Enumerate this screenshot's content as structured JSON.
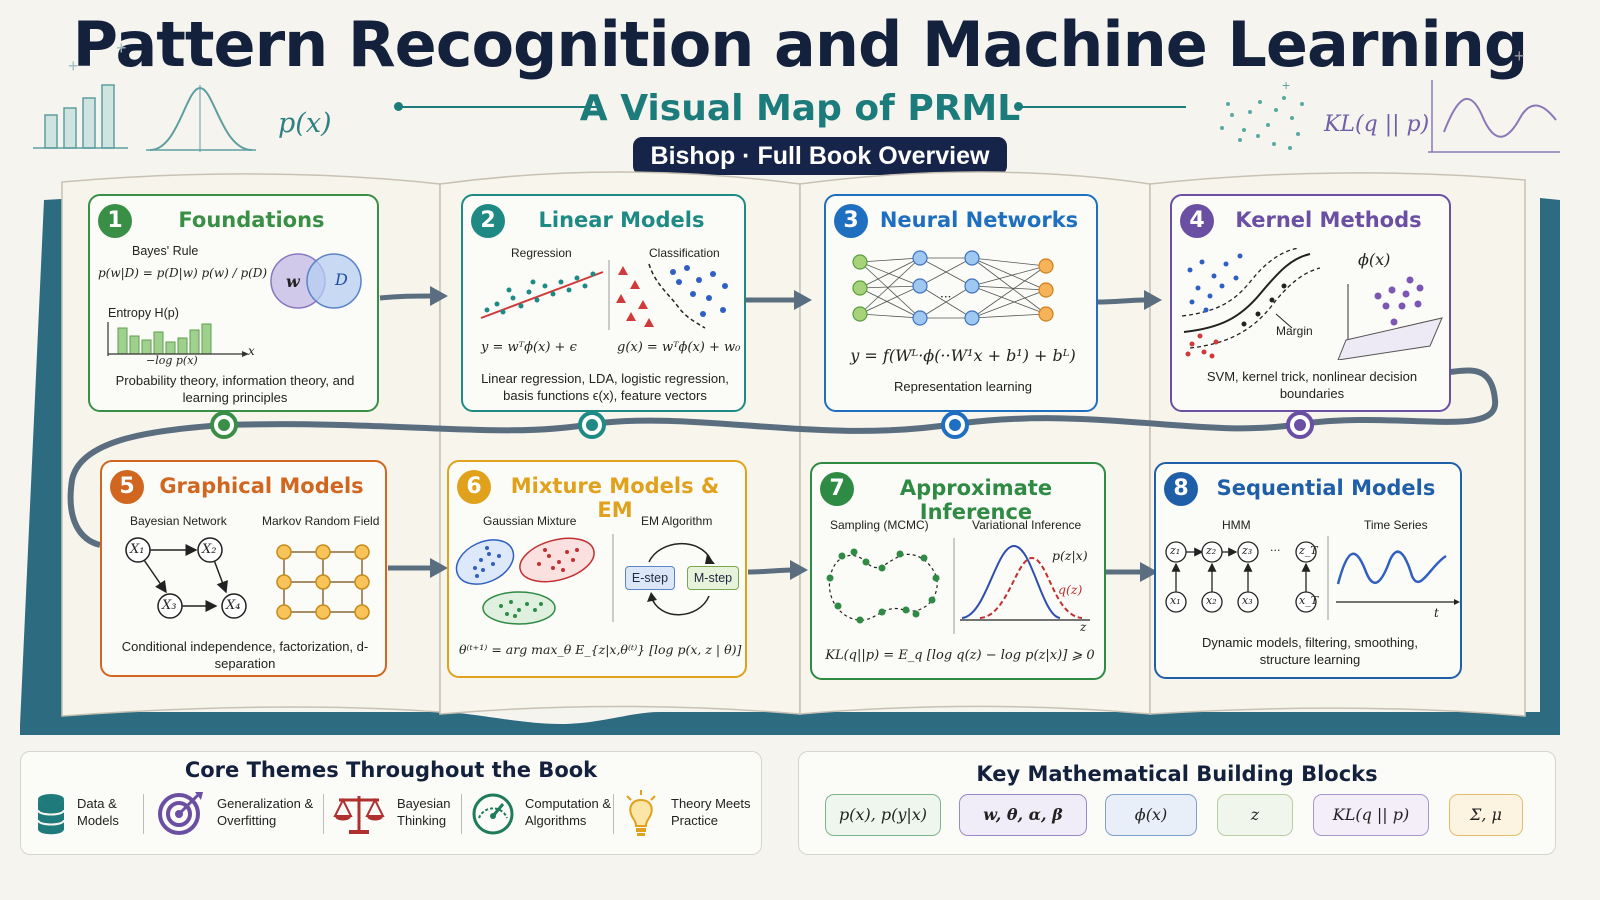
{
  "header": {
    "title": "Pattern Recognition and Machine Learning",
    "subtitle": "A Visual Map of PRML",
    "badge": "Bishop · Full Book Overview",
    "deco_px": "p(x)",
    "deco_kl": "KL(q || p)"
  },
  "cards": [
    {
      "num": "1",
      "title": "Foundations",
      "color": "#3a8f47",
      "sub1": "Bayes' Rule",
      "eq": "p(w|D) = p(D|w) p(w) / p(D)",
      "sub2": "Entropy  H(p)",
      "axis": "−log p(x)",
      "axisx": "x",
      "venn_a": "w",
      "venn_b": "D",
      "desc": "Probability theory, information theory, and learning principles"
    },
    {
      "num": "2",
      "title": "Linear Models",
      "color": "#1f8a84",
      "sub1": "Regression",
      "sub2": "Classification",
      "eq1": "y = wᵀϕ(x) + ϵ",
      "eq2": "g(x) = wᵀϕ(x) + w₀",
      "desc": "Linear regression, LDA, logistic regression, basis functions ϵ(x), feature vectors"
    },
    {
      "num": "3",
      "title": "Neural Networks",
      "color": "#1f6fc0",
      "eq": "y = f(Wᴸ·ϕ(··W¹x + b¹) + bᴸ)",
      "desc": "Representation learning",
      "dots": "···"
    },
    {
      "num": "4",
      "title": "Kernel Methods",
      "color": "#6a4fa3",
      "phi": "ϕ(x)",
      "margin": "Margin",
      "desc": "SVM, kernel trick, nonlinear decision boundaries"
    },
    {
      "num": "5",
      "title": "Graphical Models",
      "color": "#d0661f",
      "sub1": "Bayesian Network",
      "sub2": "Markov Random Field",
      "nodes": [
        "X₁",
        "X₂",
        "X₃",
        "X₄"
      ],
      "desc": "Conditional independence, factorization, d-separation"
    },
    {
      "num": "6",
      "title": "Mixture Models & EM",
      "color": "#e0a11c",
      "sub1": "Gaussian Mixture",
      "sub2": "EM Algorithm",
      "estep": "E-step",
      "mstep": "M-step",
      "eq": "θ⁽ᵗ⁺¹⁾ = arg max_θ E_{z|x,θ⁽ᵗ⁾} [log p(x, z | θ)]",
      "desc": ""
    },
    {
      "num": "7",
      "title": "Approximate Inference",
      "color": "#2f8a44",
      "sub1": "Sampling (MCMC)",
      "sub2": "Variational Inference",
      "pz": "p(z|x)",
      "qz": "q(z)",
      "zlab": "z",
      "eq": "KL(q||p) = E_q [log q(z) − log p(z|x)] ⩾ 0"
    },
    {
      "num": "8",
      "title": "Sequential Models",
      "color": "#1f5fa8",
      "sub1": "HMM",
      "sub2": "Time Series",
      "nodes": [
        "z₁",
        "z₂",
        "z₃",
        "z_T",
        "x₁",
        "x₂",
        "x₃",
        "x_T"
      ],
      "tlab": "t",
      "dots": "···",
      "desc": "Dynamic models, filtering, smoothing, structure learning"
    }
  ],
  "themes": {
    "title": "Core Themes Throughout the Book",
    "items": [
      {
        "label": "Data &\nModels",
        "icon": "database-icon"
      },
      {
        "label": "Generalization &\nOverfitting",
        "icon": "target-icon"
      },
      {
        "label": "Bayesian\nThinking",
        "icon": "scales-icon"
      },
      {
        "label": "Computation &\nAlgorithms",
        "icon": "gauge-icon"
      },
      {
        "label": "Theory Meets\nPractice",
        "icon": "lightbulb-icon"
      }
    ]
  },
  "blocks": {
    "title": "Key Mathematical Building Blocks",
    "items": [
      "p(x), p(y|x)",
      "w, θ, α, β",
      "ϕ(x)",
      "z",
      "KL(q || p)",
      "Σ, μ"
    ]
  },
  "colors": {
    "navy": "#14213d",
    "teal": "#1c7b7b",
    "book": "#2c6b80"
  }
}
